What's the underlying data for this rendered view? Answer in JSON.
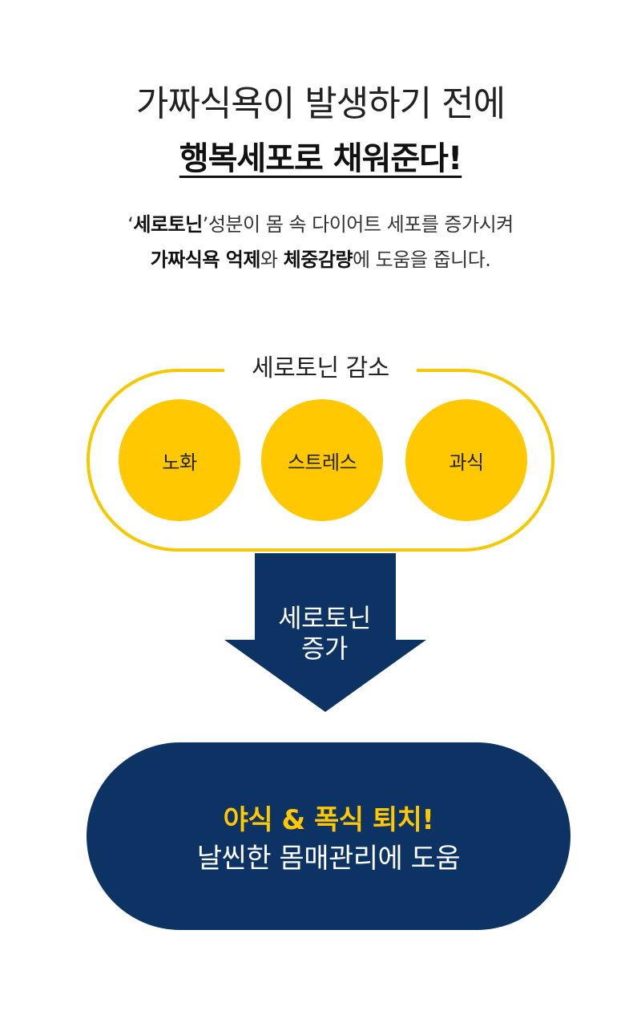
{
  "header": {
    "line1": "가짜식욕이 발생하기 전에",
    "line2": "행복세포로 채워준다!"
  },
  "description": {
    "line1": {
      "open_quote": "‘",
      "bold": "세로토닌",
      "rest": "’성분이 몸 속 다이어트 세포를 증가시켜"
    },
    "line2": {
      "bold1": "가짜식욕 억제",
      "text1": "와 ",
      "bold2": "체중감량",
      "text2": "에 도움을 줍니다."
    }
  },
  "diagram": {
    "group_title": "세로토닌 감소",
    "causes": [
      "노화",
      "스트레스",
      "과식"
    ],
    "arrow_label": [
      "세로토닌",
      "증가"
    ],
    "result": {
      "line1": "야식 & 폭식 퇴치!",
      "line2": "날씬한 몸매관리에 도움"
    }
  },
  "colors": {
    "yellow": "#ffc800",
    "capsule_border": "#f5c800",
    "navy": "#0d3364",
    "text": "#222222"
  }
}
